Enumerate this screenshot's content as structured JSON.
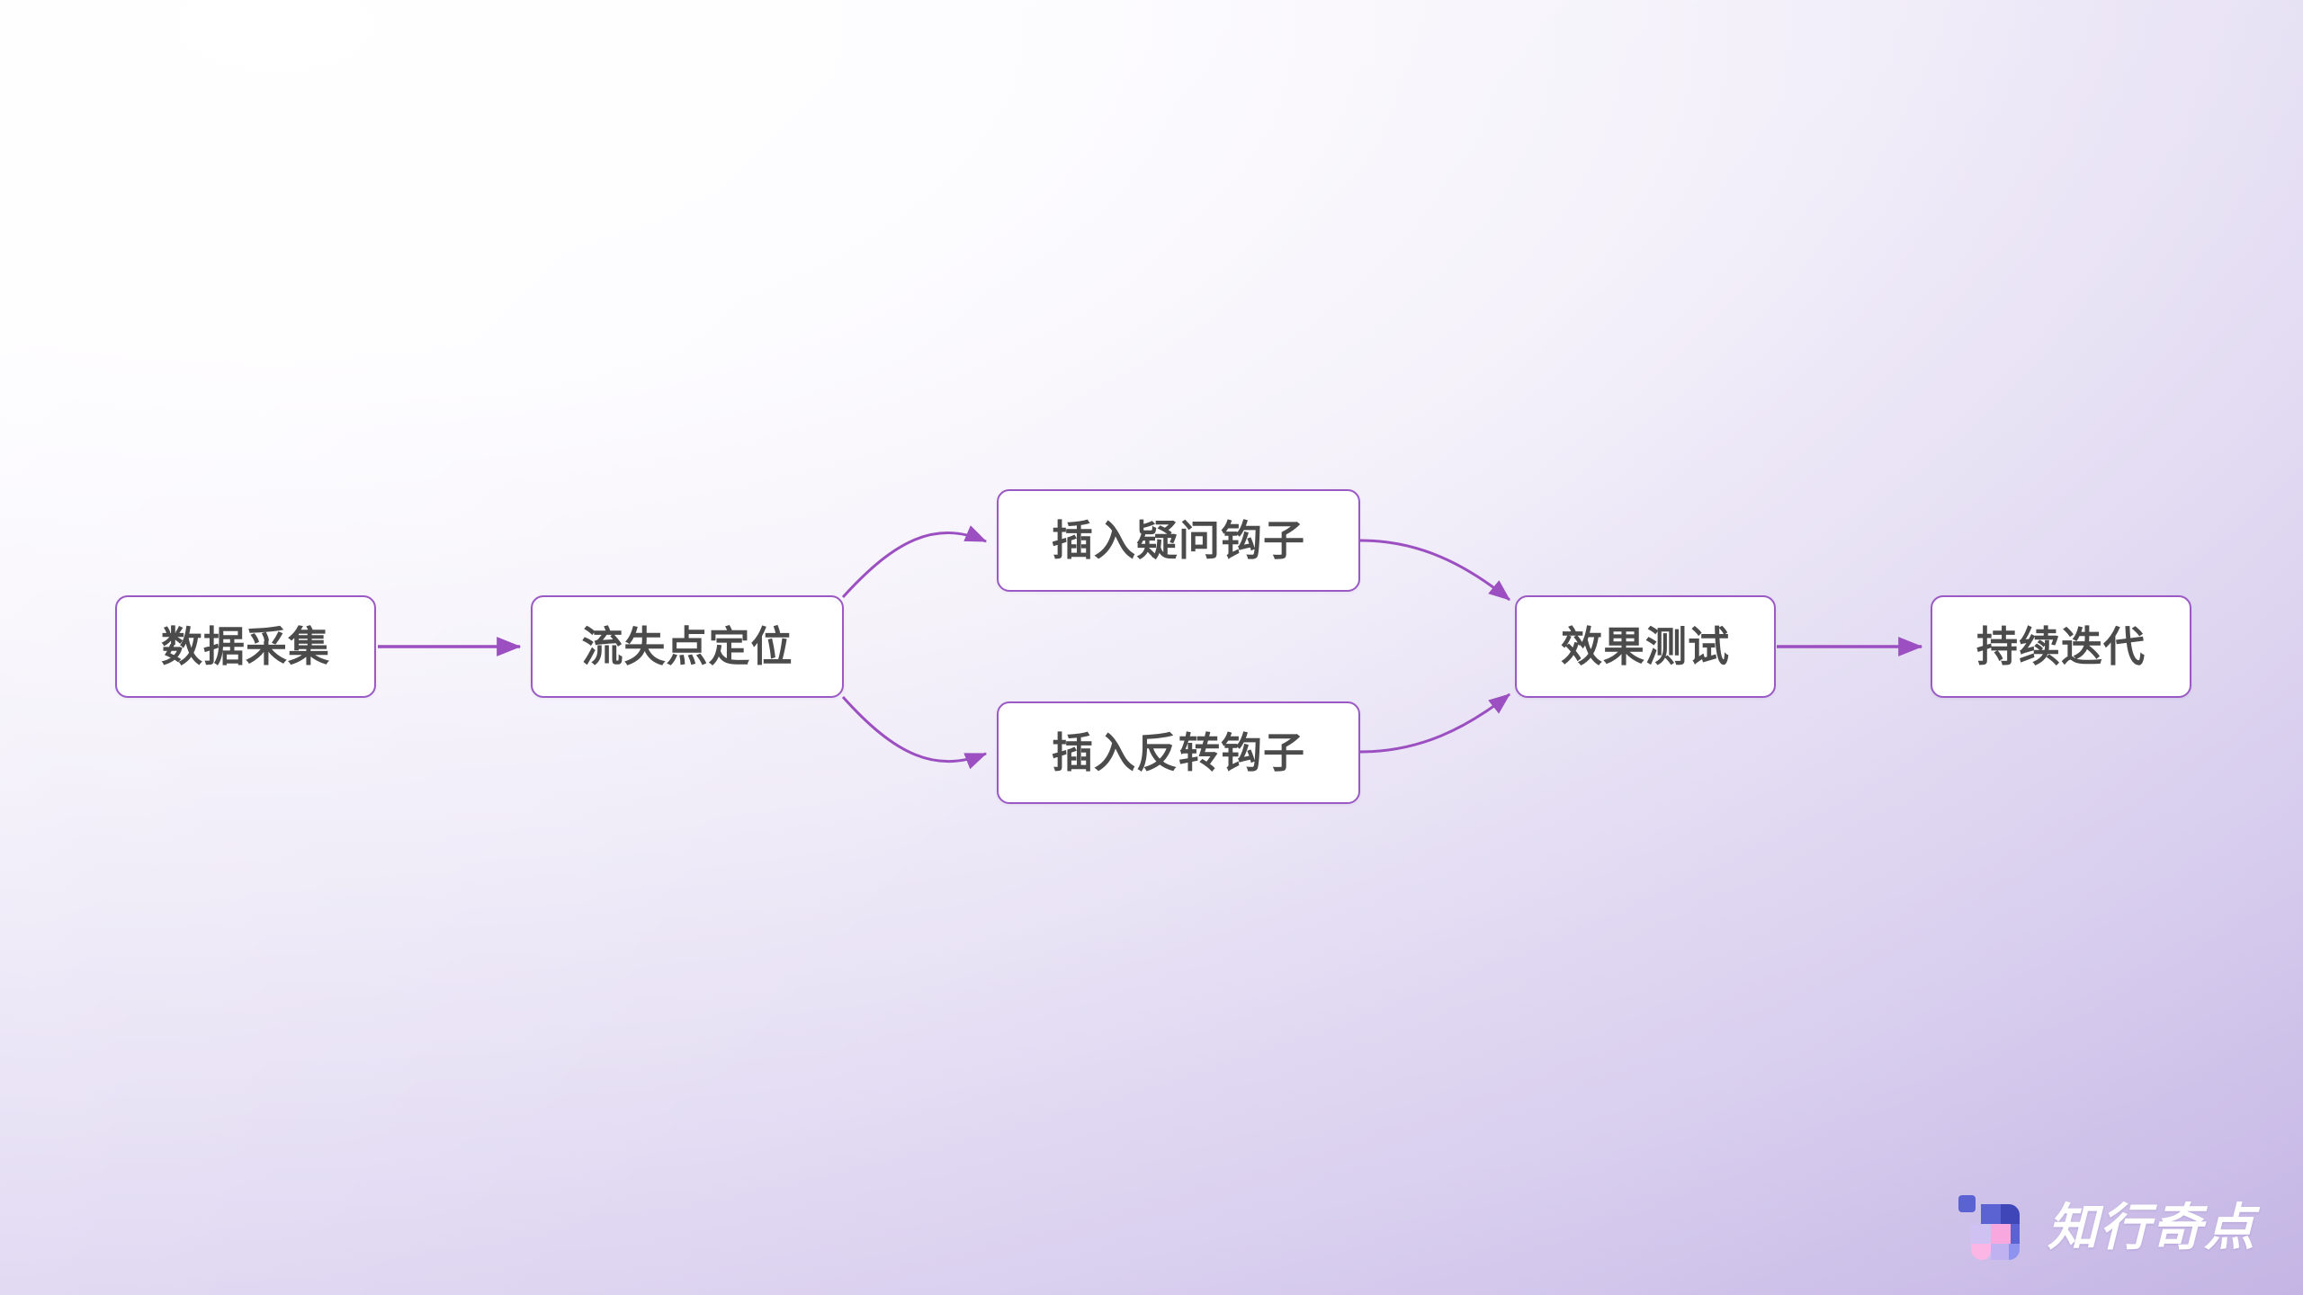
{
  "diagram": {
    "type": "flowchart",
    "direction": "left-to-right",
    "accent_color": "#9b59c4",
    "node_fill": "#ffffff",
    "node_text_color": "#4b4b4b",
    "background": {
      "from": "#ffffff",
      "to": "#c3b4e4"
    },
    "nodes": [
      {
        "id": "n1",
        "label": "数据采集"
      },
      {
        "id": "n2",
        "label": "流失点定位"
      },
      {
        "id": "n3",
        "label": "插入疑问钩子"
      },
      {
        "id": "n4",
        "label": "插入反转钩子"
      },
      {
        "id": "n5",
        "label": "效果测试"
      },
      {
        "id": "n6",
        "label": "持续迭代"
      }
    ],
    "edges": [
      {
        "from": "n1",
        "to": "n2",
        "style": "straight",
        "arrow": true
      },
      {
        "from": "n2",
        "to": "n3",
        "style": "curved-up",
        "arrow": true
      },
      {
        "from": "n2",
        "to": "n4",
        "style": "curved-down",
        "arrow": true
      },
      {
        "from": "n3",
        "to": "n5",
        "style": "curved-down",
        "arrow": true
      },
      {
        "from": "n4",
        "to": "n5",
        "style": "curved-up",
        "arrow": true
      },
      {
        "from": "n5",
        "to": "n6",
        "style": "straight",
        "arrow": true
      }
    ]
  },
  "brand": {
    "name": "知行奇点",
    "mark_name": "zhixing-qidian-logo",
    "mark_colors": {
      "blue": "#5b63d3",
      "indigo": "#4c53c4",
      "periwinkle": "#8e93ef",
      "lavender": "#cfc2f2",
      "pink": "#f9a8df",
      "pink_light": "#fbc2e8",
      "violet": "#c0b2f0"
    },
    "text_color": "#ffffff"
  }
}
